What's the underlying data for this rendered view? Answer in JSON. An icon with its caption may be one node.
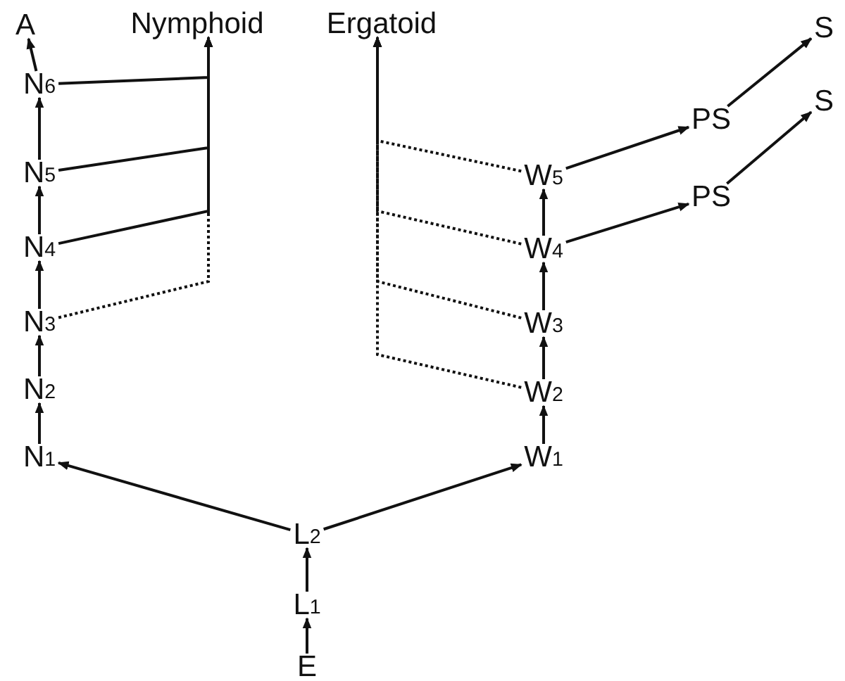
{
  "diagram": {
    "nodes": [
      {
        "text": [
          "A"
        ]
      },
      {
        "text": [
          "Nymphoid"
        ]
      },
      {
        "text": [
          "Ergatoid"
        ]
      },
      {
        "text": [
          "S"
        ]
      },
      {
        "text": [
          "N$_{6}$"
        ]
      },
      {
        "text": [
          "PS"
        ]
      },
      {
        "text": [
          "S"
        ]
      },
      {
        "text": [
          "N$_{5}$"
        ]
      },
      {
        "text": [
          "W$_{5}$"
        ]
      },
      {
        "text": [
          "PS"
        ]
      },
      {
        "text": [
          "N$_{4}$"
        ]
      },
      {
        "text": [
          "W$_{4}$"
        ]
      },
      {
        "text": [
          "N$_{3}$"
        ]
      },
      {
        "text": [
          "W$_{3}$"
        ]
      },
      {
        "text": [
          "N$_{2}$"
        ]
      },
      {
        "text": [
          "W$_{2}$"
        ]
      },
      {
        "text": [
          "N$_{1}$"
        ]
      },
      {
        "text": [
          "W$_{1}$"
        ]
      },
      {
        "text": [
          "L$_{2}$"
        ]
      },
      {
        "text": [
          "L$_{1}$"
        ]
      },
      {
        "text": [
          "E"
        ]
      }
    ],
    "edges": [
      {
        "from": 20,
        "to": 19,
        "arrow": "to"
      },
      {
        "from": 19,
        "to": 18,
        "arrow": "to"
      },
      {
        "from": 18,
        "to": 16,
        "arrow": "to"
      },
      {
        "from": 18,
        "to": 17,
        "arrow": "to"
      },
      {
        "from": 16,
        "to": 14,
        "arrow": "to"
      },
      {
        "from": 14,
        "to": 12,
        "arrow": "to"
      },
      {
        "from": 12,
        "to": 10,
        "arrow": "to"
      },
      {
        "from": 10,
        "to": 7,
        "arrow": "to"
      },
      {
        "from": 7,
        "to": 4,
        "arrow": "to"
      },
      {
        "from": 4,
        "to": 0,
        "arrow": "to"
      },
      {
        "from": 17,
        "to": 15,
        "arrow": "to"
      },
      {
        "from": 15,
        "to": 13,
        "arrow": "to"
      },
      {
        "from": 13,
        "to": 11,
        "arrow": "to"
      },
      {
        "from": 11,
        "to": 8,
        "arrow": "to"
      },
      {
        "from": 8,
        "to": 5,
        "arrow": "to"
      },
      {
        "from": 11,
        "to": 9,
        "arrow": "to"
      },
      {
        "from": 5,
        "to": 3,
        "arrow": "to"
      },
      {
        "from": 9,
        "to": 6,
        "arrow": "to"
      },
      {
        "from": 4,
        "to": 1,
        "arrow": "to"
      },
      {
        "from": 7,
        "to": 1,
        "arrow": "to"
      },
      {
        "from": 10,
        "to": 1,
        "arrow": "to"
      },
      {
        "from": 12,
        "to": 1,
        "arrow": "to",
        "style": "dashed"
      },
      {
        "from": 8,
        "to": 2,
        "arrow": "to",
        "style": "dashed"
      },
      {
        "from": 11,
        "to": 2,
        "arrow": "to",
        "style": "dashed"
      },
      {
        "from": 13,
        "to": 2,
        "arrow": "to",
        "style": "dashed"
      },
      {
        "from": 15,
        "to": 2,
        "arrow": "to",
        "style": "dashed"
      }
    ]
  }
}
